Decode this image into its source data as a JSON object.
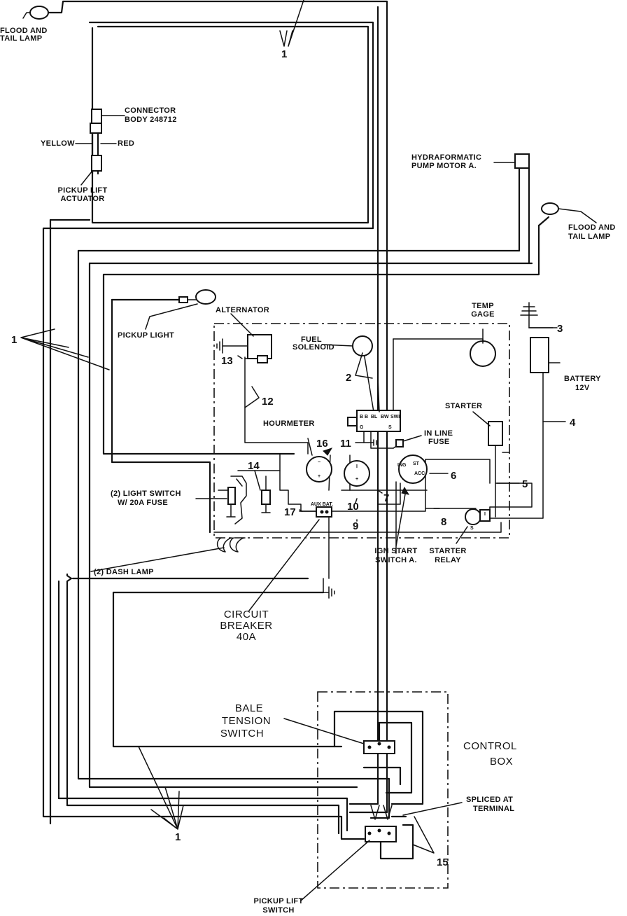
{
  "labels": {
    "flood_tail_left": [
      "FLOOD AND",
      "TAIL LAMP"
    ],
    "connector_body": [
      "CONNECTOR",
      "BODY 248712"
    ],
    "yellow": "YELLOW",
    "red": "RED",
    "pickup_lift_actuator": [
      "PICKUP LIFT",
      "ACTUATOR"
    ],
    "hydraformatic": [
      "HYDRAFORMATIC",
      "PUMP MOTOR A."
    ],
    "flood_tail_right": [
      "FLOOD AND",
      "TAIL LAMP"
    ],
    "temp_gage": [
      "TEMP",
      "GAGE"
    ],
    "alternator": "ALTERNATOR",
    "pickup_light": "PICKUP LIGHT",
    "fuel_solenoid": [
      "FUEL",
      "SOLENOID"
    ],
    "battery": [
      "BATTERY",
      "12V"
    ],
    "starter": "STARTER",
    "hourmeter": "HOURMETER",
    "in_line_fuse": [
      "IN LINE",
      "FUSE"
    ],
    "light_switch": [
      "(2) LIGHT SWITCH",
      "W/ 20A  FUSE"
    ],
    "aux_bat": "AUX BAT.",
    "ign_start_switch": [
      "IGN START",
      "SWITCH A."
    ],
    "starter_relay": [
      "STARTER",
      "RELAY"
    ],
    "dash_lamp": "(2) DASH LAMP",
    "circuit_breaker": [
      "CIRCUIT",
      "BREAKER",
      "40A"
    ],
    "bale_tension_switch": [
      "BALE",
      "TENSION",
      "SWITCH"
    ],
    "control_box": [
      "CONTROL",
      "BOX"
    ],
    "spliced_at_terminal": [
      "SPLICED AT",
      "TERMINAL"
    ],
    "pickup_lift_switch": [
      "PICKUP LIFT",
      "SWITCH"
    ],
    "ign_terminals": [
      "ING",
      "ST",
      "ACC"
    ],
    "relay_terminals": [
      "I",
      "S"
    ]
  },
  "callouts": {
    "n1": "1",
    "n2": "2",
    "n3": "3",
    "n4": "4",
    "n5": "5",
    "n6": "6",
    "n7": "7",
    "n8": "8",
    "n9": "9",
    "n10": "10",
    "n11": "11",
    "n12": "12",
    "n13": "13",
    "n14": "14",
    "n15": "15",
    "n16": "16",
    "n17": "17"
  }
}
